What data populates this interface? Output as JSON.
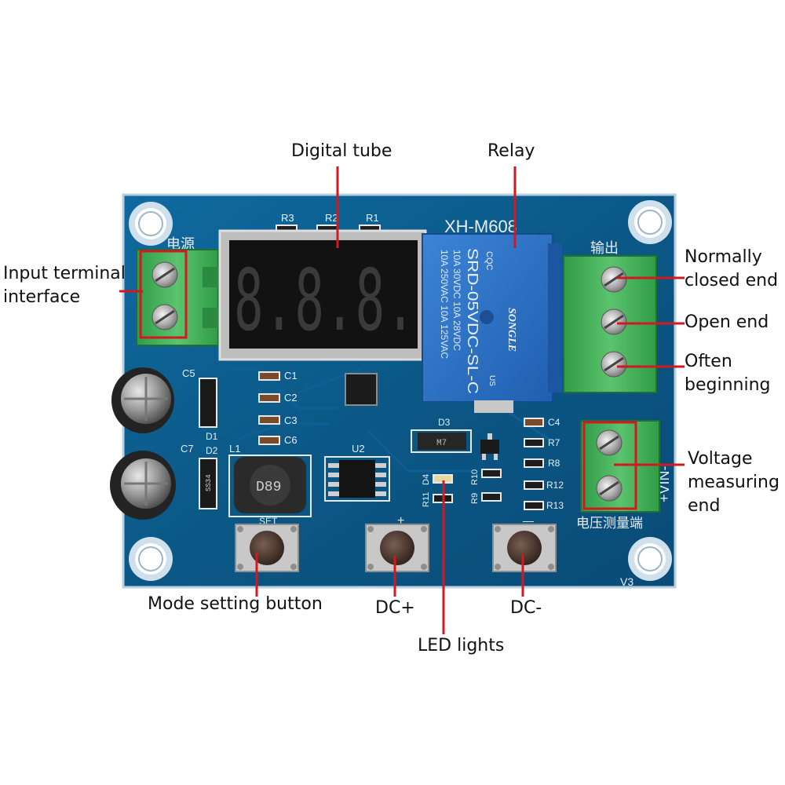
{
  "labels": {
    "digital_tube": "Digital tube",
    "relay": "Relay",
    "input_terminal_line1": "Input terminal",
    "input_terminal_line2": "interface",
    "normally_closed_line1": "Normally",
    "normally_closed_line2": "closed end",
    "open_end": "Open end",
    "often_beginning_line1": "Often",
    "often_beginning_line2": "beginning",
    "voltage_measuring_line1": "Voltage",
    "voltage_measuring_line2": "measuring",
    "voltage_measuring_line3": "end",
    "mode_setting_button": "Mode setting button",
    "dc_plus": "DC+",
    "dc_minus": "DC-",
    "led_lights": "LED lights"
  },
  "board": {
    "model": "XH-M608",
    "version": "V3",
    "power_cn": "电源",
    "output_cn": "输出",
    "voltage_cn": "电压测量端",
    "vin": "+VIN-",
    "set": "SET",
    "plus": "+",
    "minus": "—",
    "inductor": "D89",
    "display_text": "8.8.8.",
    "components": {
      "r1": "R1",
      "r2": "R2",
      "r3": "R3",
      "c1": "C1",
      "c2": "C2",
      "c3": "C3",
      "c4": "C4",
      "c5": "C5",
      "c6": "C6",
      "c7": "C7",
      "d1": "D1",
      "d2": "D2",
      "d3": "D3",
      "d4": "D4",
      "l1": "L1",
      "u2": "U2",
      "r7": "R7",
      "r8": "R8",
      "r9": "R9",
      "r10": "R10",
      "r11": "R11",
      "r12": "R12",
      "r13": "R13"
    },
    "relay_text": {
      "line1": "10A 250VAC  10A 125VAC",
      "line2": "10A 30VDC  10A 28VDC",
      "line3": "SRD-05VDC-SL-C",
      "brand": "SONGLE",
      "cqc": "CQC",
      "us": "US"
    },
    "diode_code": "M7",
    "ss_code": "SS34"
  },
  "colors": {
    "pcb": "#0c5a8c",
    "annotation": "#d1191f",
    "terminal": "#3fae55",
    "relay": "#2c6fc4"
  }
}
